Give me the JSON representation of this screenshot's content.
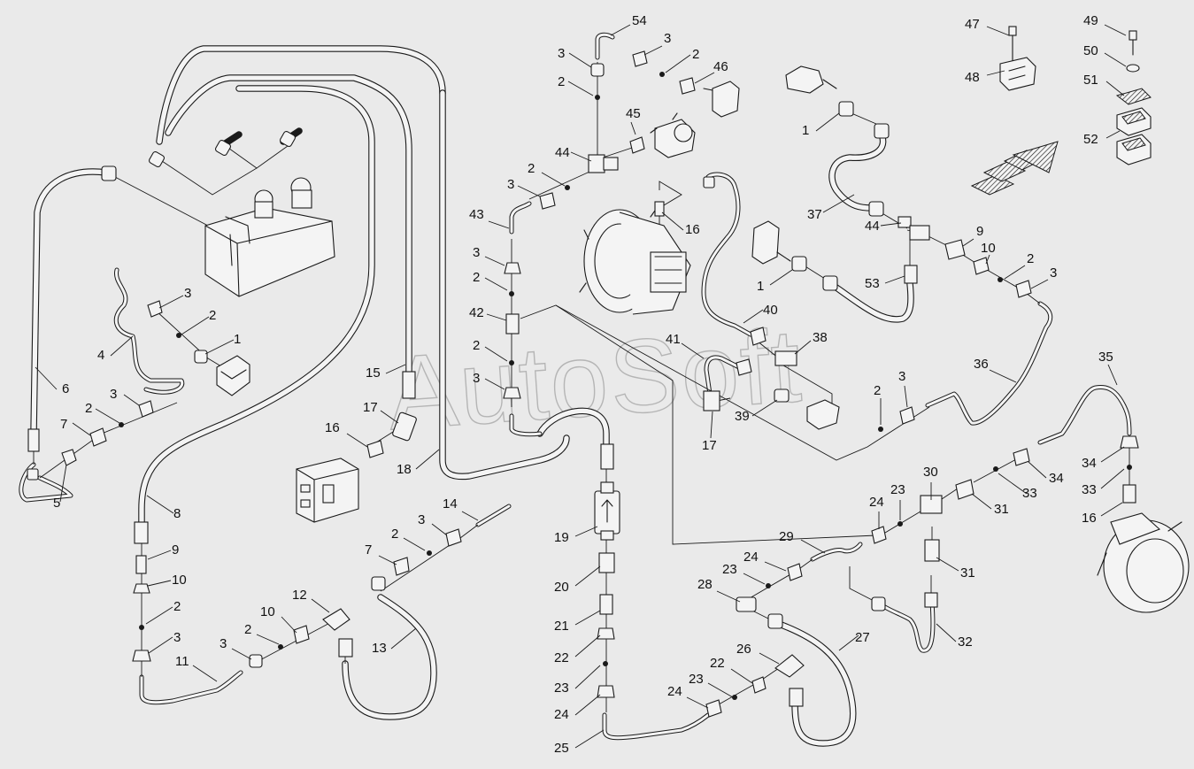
{
  "watermark": "AutoSoft",
  "labels": [
    {
      "id": "l54",
      "text": "54"
    },
    {
      "id": "l3a",
      "text": "3"
    },
    {
      "id": "l3b",
      "text": "3"
    },
    {
      "id": "l2a",
      "text": "2"
    },
    {
      "id": "l46",
      "text": "46"
    },
    {
      "id": "l2b",
      "text": "2"
    },
    {
      "id": "l45",
      "text": "45"
    },
    {
      "id": "l44a",
      "text": "44"
    },
    {
      "id": "l2c",
      "text": "2"
    },
    {
      "id": "l3c",
      "text": "3"
    },
    {
      "id": "l43",
      "text": "43"
    },
    {
      "id": "l3d",
      "text": "3"
    },
    {
      "id": "l2d",
      "text": "2"
    },
    {
      "id": "l42",
      "text": "42"
    },
    {
      "id": "l2e",
      "text": "2"
    },
    {
      "id": "l3e",
      "text": "3"
    },
    {
      "id": "l16a",
      "text": "16"
    },
    {
      "id": "l40",
      "text": "40"
    },
    {
      "id": "l41",
      "text": "41"
    },
    {
      "id": "l38",
      "text": "38"
    },
    {
      "id": "l39",
      "text": "39"
    },
    {
      "id": "l17a",
      "text": "17"
    },
    {
      "id": "l47",
      "text": "47"
    },
    {
      "id": "l48",
      "text": "48"
    },
    {
      "id": "l49",
      "text": "49"
    },
    {
      "id": "l50",
      "text": "50"
    },
    {
      "id": "l51",
      "text": "51"
    },
    {
      "id": "l52",
      "text": "52"
    },
    {
      "id": "l1a",
      "text": "1"
    },
    {
      "id": "l37",
      "text": "37"
    },
    {
      "id": "l44b",
      "text": "44"
    },
    {
      "id": "l9a",
      "text": "9"
    },
    {
      "id": "l10a",
      "text": "10"
    },
    {
      "id": "l2f",
      "text": "2"
    },
    {
      "id": "l3f",
      "text": "3"
    },
    {
      "id": "l1b",
      "text": "1"
    },
    {
      "id": "l53",
      "text": "53"
    },
    {
      "id": "l36",
      "text": "36"
    },
    {
      "id": "l2g",
      "text": "2"
    },
    {
      "id": "l3g",
      "text": "3"
    },
    {
      "id": "l35",
      "text": "35"
    },
    {
      "id": "l34a",
      "text": "34"
    },
    {
      "id": "l33a",
      "text": "33"
    },
    {
      "id": "l34b",
      "text": "34"
    },
    {
      "id": "l33b",
      "text": "33"
    },
    {
      "id": "l16b",
      "text": "16"
    },
    {
      "id": "l31a",
      "text": "31"
    },
    {
      "id": "l30",
      "text": "30"
    },
    {
      "id": "l23a",
      "text": "23"
    },
    {
      "id": "l24a",
      "text": "24"
    },
    {
      "id": "l31b",
      "text": "31"
    },
    {
      "id": "l29",
      "text": "29"
    },
    {
      "id": "l24b",
      "text": "24"
    },
    {
      "id": "l23b",
      "text": "23"
    },
    {
      "id": "l28",
      "text": "28"
    },
    {
      "id": "l27",
      "text": "27"
    },
    {
      "id": "l32",
      "text": "32"
    },
    {
      "id": "l26",
      "text": "26"
    },
    {
      "id": "l22a",
      "text": "22"
    },
    {
      "id": "l23c",
      "text": "23"
    },
    {
      "id": "l24c",
      "text": "24"
    },
    {
      "id": "l19",
      "text": "19"
    },
    {
      "id": "l20",
      "text": "20"
    },
    {
      "id": "l21",
      "text": "21"
    },
    {
      "id": "l22b",
      "text": "22"
    },
    {
      "id": "l23d",
      "text": "23"
    },
    {
      "id": "l24d",
      "text": "24"
    },
    {
      "id": "l25",
      "text": "25"
    },
    {
      "id": "l14",
      "text": "14"
    },
    {
      "id": "l3h",
      "text": "3"
    },
    {
      "id": "l2h",
      "text": "2"
    },
    {
      "id": "l7a",
      "text": "7"
    },
    {
      "id": "l13",
      "text": "13"
    },
    {
      "id": "l12",
      "text": "12"
    },
    {
      "id": "l10b",
      "text": "10"
    },
    {
      "id": "l2i",
      "text": "2"
    },
    {
      "id": "l3i",
      "text": "3"
    },
    {
      "id": "l11",
      "text": "11"
    },
    {
      "id": "l18",
      "text": "18"
    },
    {
      "id": "l15",
      "text": "15"
    },
    {
      "id": "l17b",
      "text": "17"
    },
    {
      "id": "l16c",
      "text": "16"
    },
    {
      "id": "l8",
      "text": "8"
    },
    {
      "id": "l9b",
      "text": "9"
    },
    {
      "id": "l10c",
      "text": "10"
    },
    {
      "id": "l2j",
      "text": "2"
    },
    {
      "id": "l3j",
      "text": "3"
    },
    {
      "id": "l6",
      "text": "6"
    },
    {
      "id": "l7b",
      "text": "7"
    },
    {
      "id": "l2k",
      "text": "2"
    },
    {
      "id": "l3k",
      "text": "3"
    },
    {
      "id": "l5",
      "text": "5"
    },
    {
      "id": "l4",
      "text": "4"
    },
    {
      "id": "l3l",
      "text": "3"
    },
    {
      "id": "l2l",
      "text": "2"
    },
    {
      "id": "l1c",
      "text": "1"
    }
  ]
}
